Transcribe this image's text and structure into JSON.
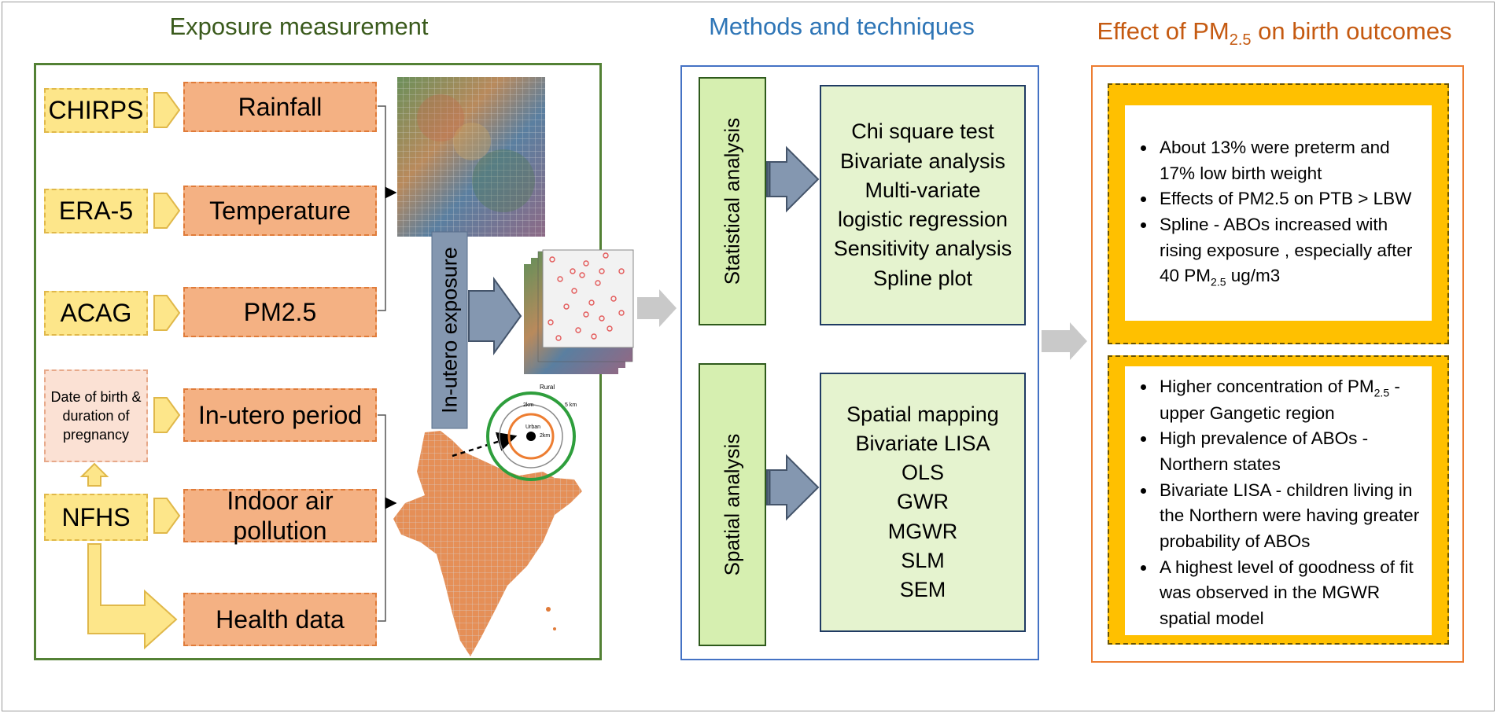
{
  "titles": {
    "exposure": "Exposure measurement",
    "methods": "Methods and techniques",
    "effect_prefix": "Effect of PM",
    "effect_sub": "2.5",
    "effect_suffix": " on birth outcomes"
  },
  "sources": [
    "CHIRPS",
    "ERA-5",
    "ACAG",
    "NFHS"
  ],
  "date_box": "Date of birth & duration of pregnancy",
  "variables": {
    "rainfall": "Rainfall",
    "temperature": "Temperature",
    "pm25": "PM2.5",
    "inutero": "In-utero period",
    "indoor": "Indoor air pollution",
    "health": "Health data"
  },
  "inutero_exposure": "In-utero exposure",
  "map_labels": {
    "rural": "Rural",
    "urban": "Urban",
    "km2": "2km",
    "km5": "5 km"
  },
  "methods": {
    "statistical_label": "Statistical analysis",
    "statistical_items": [
      "Chi square test",
      "Bivariate analysis",
      "Multi-variate",
      "logistic regression",
      "Sensitivity analysis",
      "Spline plot"
    ],
    "spatial_label": "Spatial analysis",
    "spatial_items": [
      "Spatial mapping",
      "Bivariate LISA",
      "OLS",
      "GWR",
      "MGWR",
      "SLM",
      "SEM"
    ]
  },
  "effects": {
    "box1": {
      "b1": "About 13% were preterm and 17% low birth weight",
      "b2": "Effects of PM2.5 on PTB > LBW",
      "b3_pre": "Spline - ABOs increased with rising exposure , especially after 40 PM",
      "b3_sub": "2.5",
      "b3_post": " ug/m3"
    },
    "box2": {
      "b1_pre": "Higher concentration of PM",
      "b1_sub": "2.5",
      "b1_post": " - upper Gangetic region",
      "b2": "High prevalence of ABOs - Northern states",
      "b3": "Bivariate LISA - children living in the Northern were having greater probability of ABOs",
      "b4": "A highest level of goodness of fit was observed in the MGWR spatial model"
    }
  },
  "colors": {
    "exposure_title": "#3a5a1c",
    "methods_title": "#2e75b6",
    "effect_title": "#c55a11",
    "exposure_border": "#538135",
    "methods_border": "#4472c4",
    "effect_border": "#ed7d31"
  }
}
